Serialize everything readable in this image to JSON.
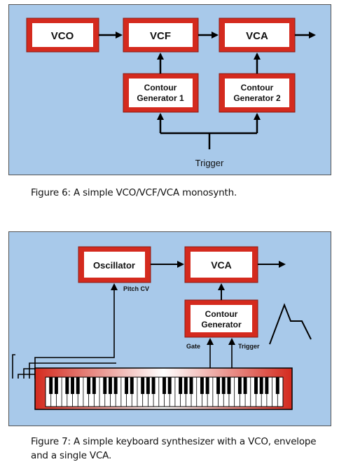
{
  "figure6": {
    "blocks": {
      "vco": "VCO",
      "vcf": "VCF",
      "vca": "VCA"
    },
    "contour1": [
      "Contour",
      "Generator 1"
    ],
    "contour2": [
      "Contour",
      "Generator 2"
    ],
    "trigger": "Trigger",
    "caption": "Figure 6: A simple VCO/VCF/VCA monosynth."
  },
  "figure7": {
    "oscillator": "Oscillator",
    "vca": "VCA",
    "contour": [
      "Contour",
      "Generator"
    ],
    "pitch_cv": "Pitch CV",
    "gate": "Gate",
    "trigger": "Trigger",
    "caption_line1": "Figure 7: A simple keyboard synthesizer with a VCO, envelope",
    "caption_line2": "and a single VCA."
  },
  "colors": {
    "panel": "#a8c9ea",
    "block_border": "#d42a1e",
    "block_fill": "#ffffff"
  }
}
